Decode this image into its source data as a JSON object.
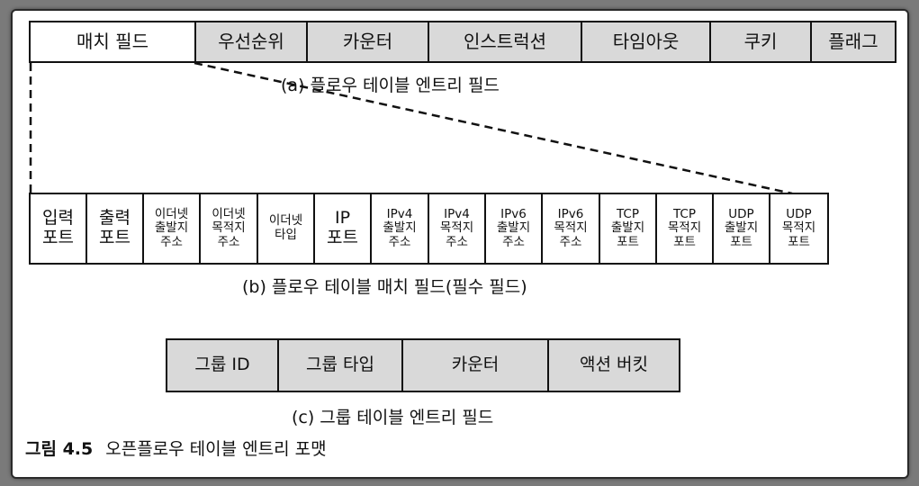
{
  "flow_entry_fields": [
    "매치 필드",
    "우선순위",
    "카운터",
    "인스트럭션",
    "타임아웃",
    "쿠키",
    "플래그"
  ],
  "flow_entry_caption": "(a) 플로우 테이블 엔트리 필드",
  "match_fields": [
    "입력\n포트",
    "출력\n포트",
    "이더넷\n출발지\n주소",
    "이더넷\n목적지\n주소",
    "이더넷\n타입",
    "IP\n포트",
    "IPv4\n출발지\n주소",
    "IPv4\n목적지\n주소",
    "IPv6\n출발지\n주소",
    "IPv6\n목적지\n주소",
    "TCP\n출발지\n포트",
    "TCP\n목적지\n포트",
    "UDP\n출발지\n포트",
    "UDP\n목적지\n포트"
  ],
  "match_caption": "(b) 플로우 테이블 매치 필드(필수 필드)",
  "group_entry_fields": [
    "그룹 ID",
    "그룹 타입",
    "카운터",
    "액션 버킷"
  ],
  "group_caption": "(c) 그룹 테이블 엔트리 필드",
  "figure": {
    "label": "그림 4.5",
    "title": "오픈플로우 테이블 엔트리 포맷"
  },
  "colors": {
    "field_fill": "#d9d9d9",
    "match_fill": "#ffffff",
    "border": "#111111",
    "outer": "#7a7a7a"
  }
}
